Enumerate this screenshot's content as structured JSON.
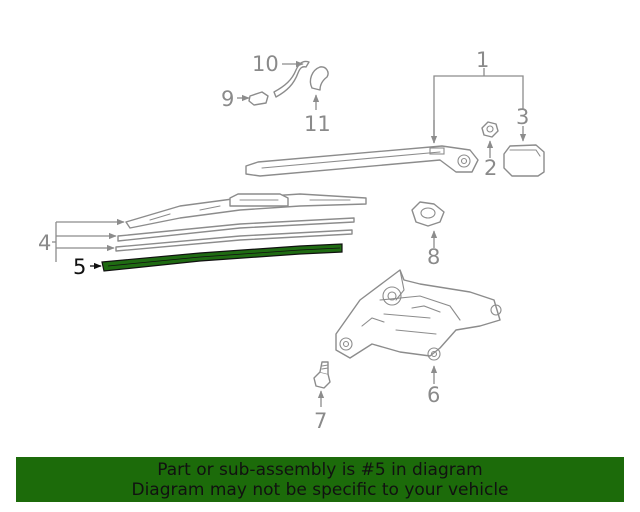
{
  "callouts": {
    "c1": "1",
    "c2": "2",
    "c3": "3",
    "c4": "4",
    "c5": "5",
    "c6": "6",
    "c7": "7",
    "c8": "8",
    "c9": "9",
    "c10": "10",
    "c11": "11"
  },
  "highlighted_part": "5",
  "colors": {
    "banner_bg": "#1c6b0a",
    "highlight_fill": "#1f6b12",
    "line_gray": "#8c8c8c"
  },
  "banner": {
    "line1": "Part or sub-assembly is #5 in diagram",
    "line2": "Diagram may not be specific to your vehicle"
  }
}
